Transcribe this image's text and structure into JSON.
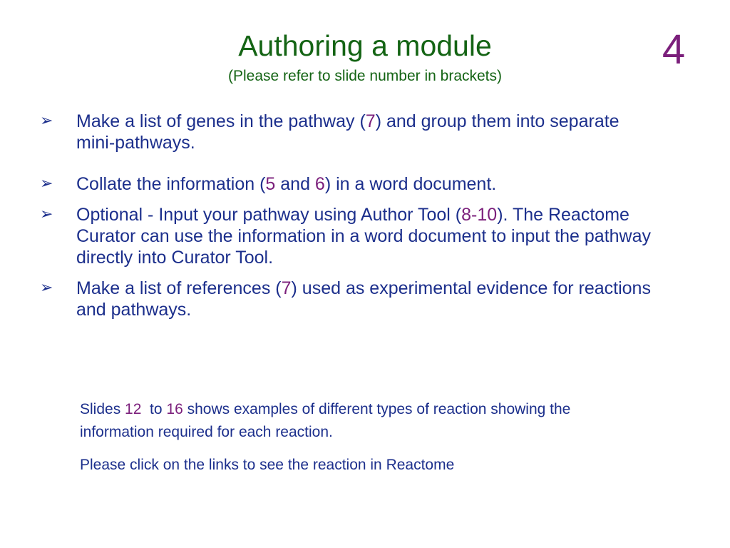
{
  "slide": {
    "title": "Authoring a module",
    "subtitle": "(Please refer to slide number in brackets)",
    "number": "4"
  },
  "bullets": [
    {
      "marker": "➢",
      "t1": "Make a list of genes in the pathway (",
      "r1": "7",
      "t2": ") and group them into separate mini-pathways."
    },
    {
      "marker": "➢",
      "t1": "Collate the information (",
      "r1": "5",
      "t2": " and ",
      "r2": "6",
      "t3": ") in a word document."
    },
    {
      "marker": "➢",
      "t1": "Optional - Input your pathway using Author Tool (",
      "r1": "8-10",
      "t2": "). The Reactome Curator can use the information in a word document to input the pathway directly into Curator Tool."
    },
    {
      "marker": "➢",
      "t1": "Make a list of references (",
      "r1": "7",
      "t2": ") used as experimental evidence for reactions and pathways."
    }
  ],
  "notes": {
    "slides_prefix": "Slides ",
    "slides_from": "12",
    "slides_mid": "  to ",
    "slides_to": "16",
    "slides_suffix": " shows examples of different types of reaction showing the information required for each reaction.",
    "click_text": "Please click on the links to see the reaction in Reactome"
  },
  "colors": {
    "title": "#146414",
    "body": "#1c2f8c",
    "reference": "#7b1f7b"
  }
}
